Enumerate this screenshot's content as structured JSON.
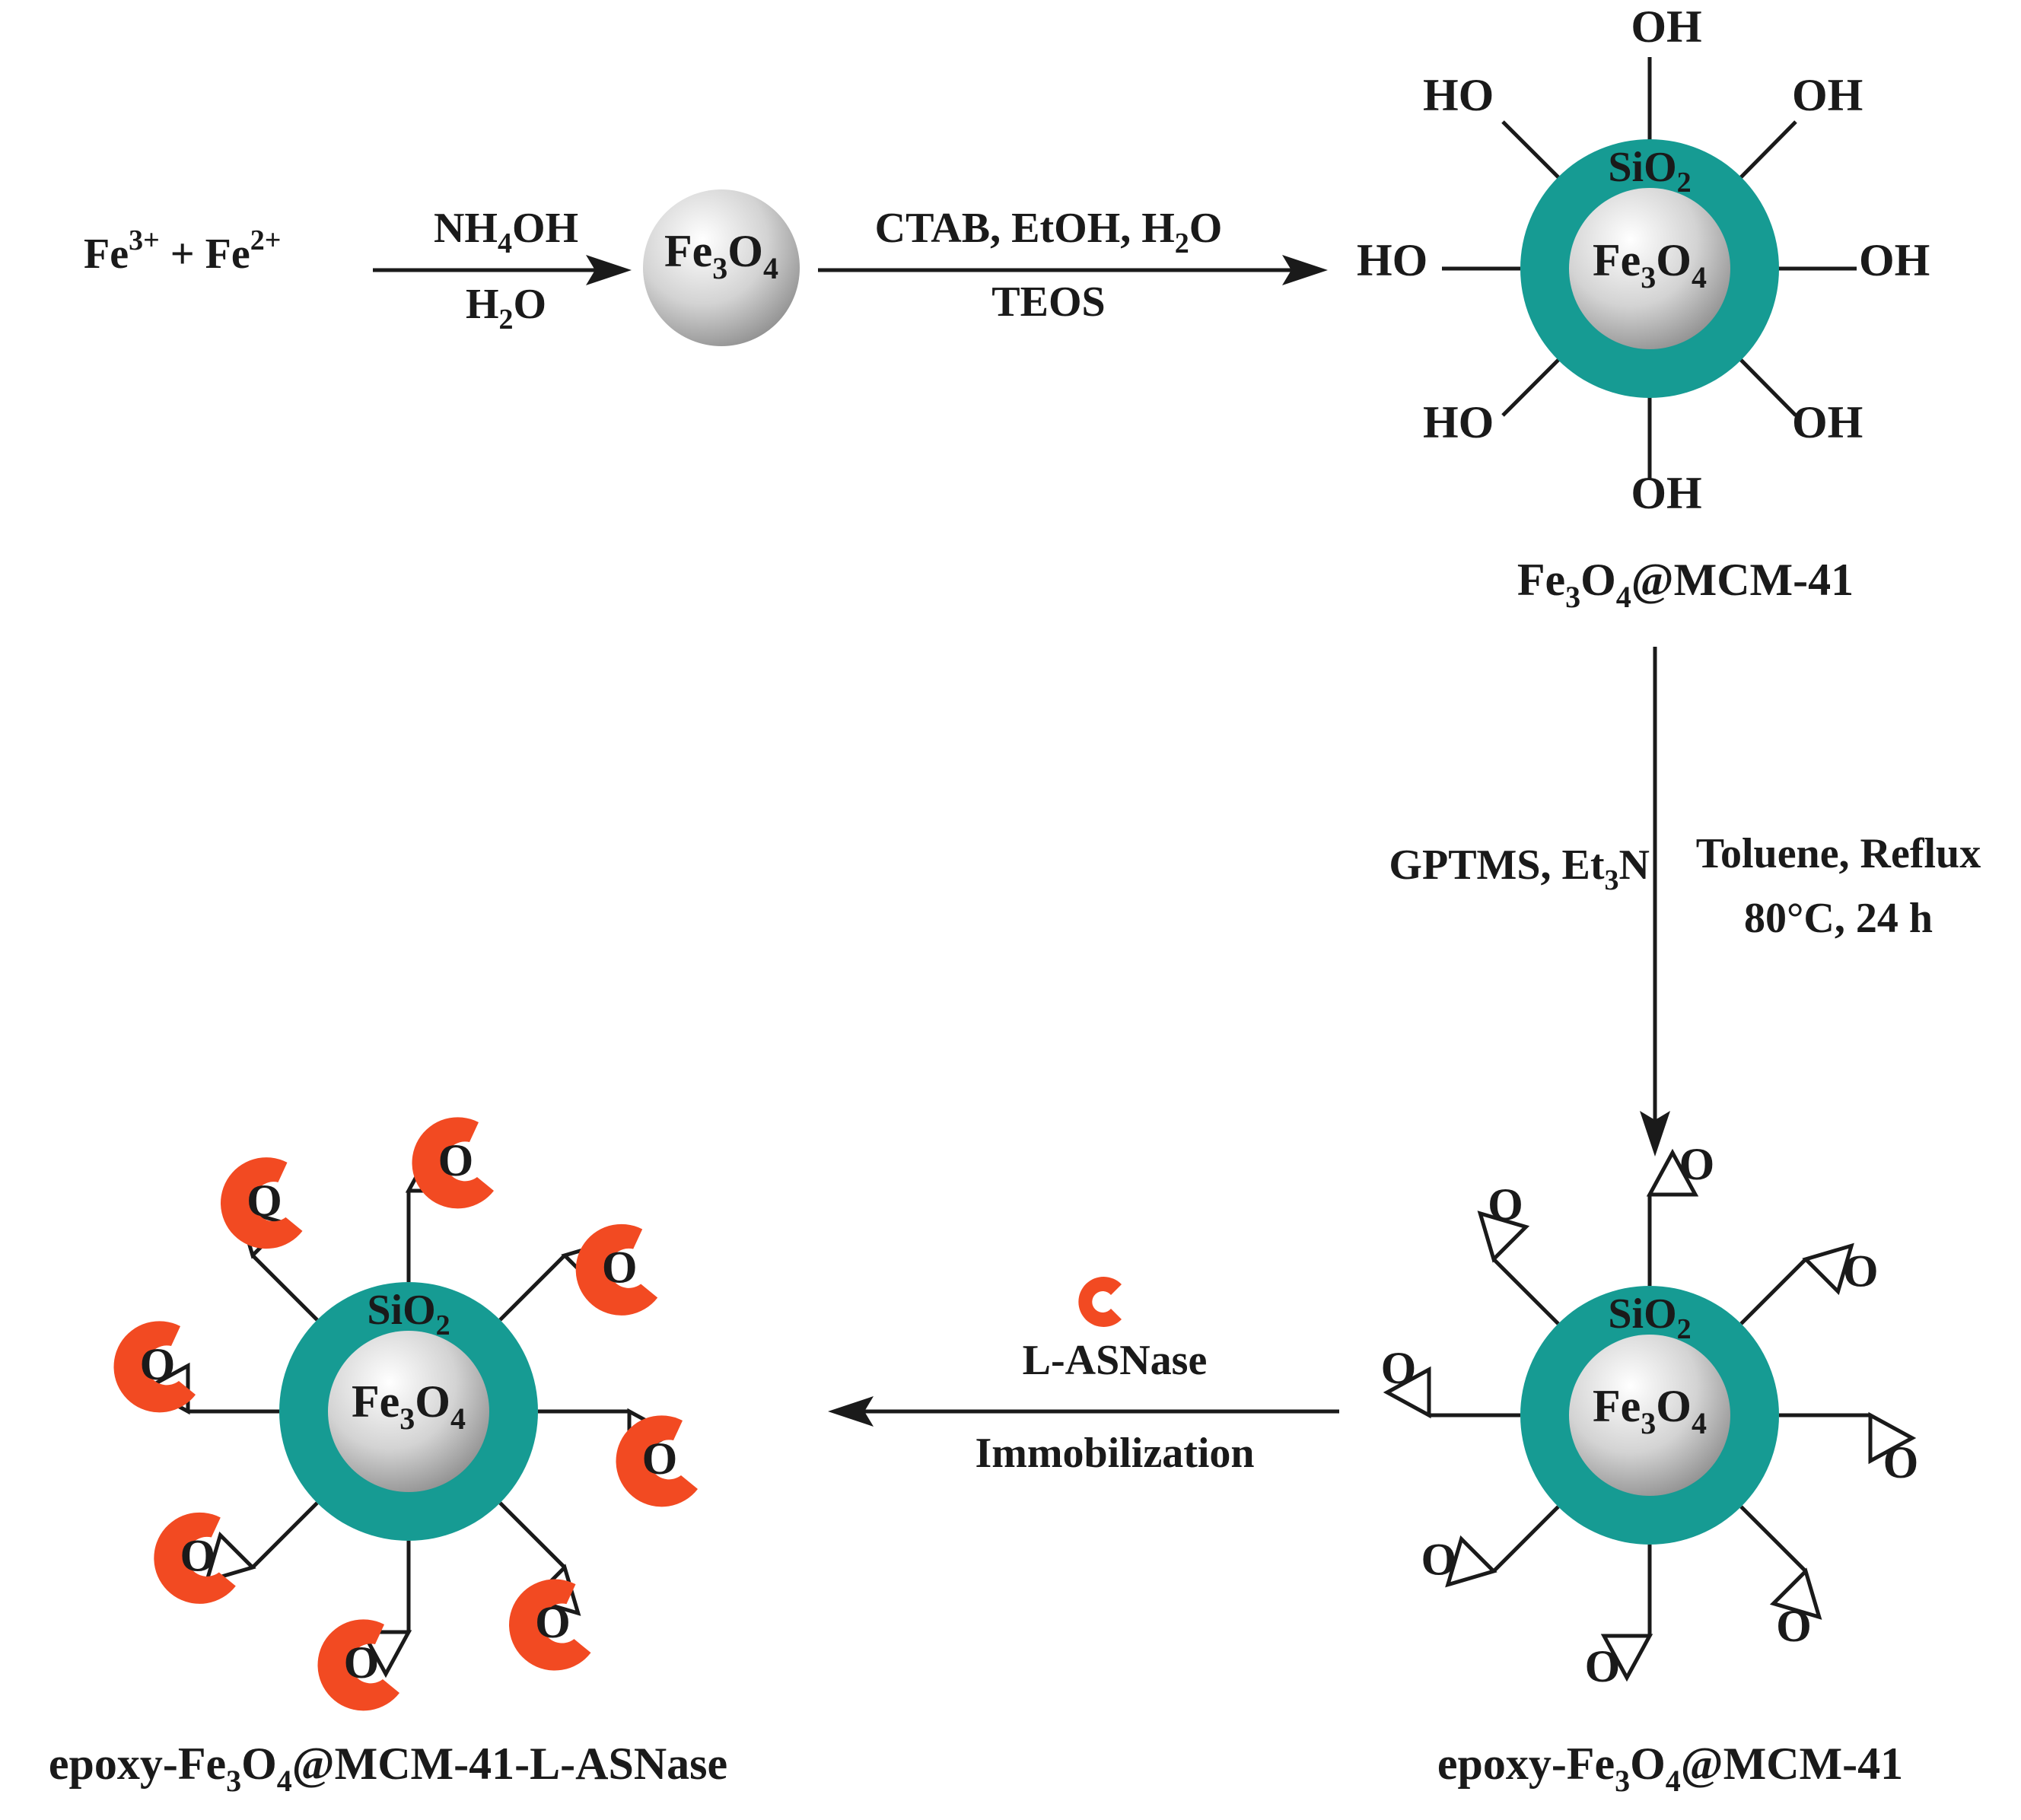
{
  "step1": {
    "reactants": {
      "fe3": "Fe",
      "fe3_sup": "3+",
      "plus": "+",
      "fe2": "Fe",
      "fe2_sup": "2+"
    },
    "reagent_top": {
      "a": "NH",
      "sub": "4",
      "b": "OH"
    },
    "reagent_bottom": {
      "a": "H",
      "sub": "2",
      "b": "O"
    }
  },
  "core_label": {
    "a": "Fe",
    "s1": "3",
    "b": "O",
    "s2": "4"
  },
  "shell_label": {
    "a": "SiO",
    "sub": "2"
  },
  "step2": {
    "reagent_top": {
      "a": "CTAB, EtOH, H",
      "sub": "2",
      "b": "O"
    },
    "reagent_bottom": "TEOS"
  },
  "hydroxyl_group": {
    "oh": "OH",
    "ho": "HO"
  },
  "product1_name": {
    "a": "Fe",
    "s1": "3",
    "b": "O",
    "s2": "4",
    "c": "@MCM-41"
  },
  "step3": {
    "left": {
      "a": "GPTMS, Et",
      "sub": "3",
      "b": "N"
    },
    "right_line1": "Toluene, Reflux",
    "right_line2": "80°C, 24 h"
  },
  "epoxide_oxygen": "O",
  "product2_name": {
    "pre": "epoxy-Fe",
    "s1": "3",
    "b": "O",
    "s2": "4",
    "c": "@MCM-41"
  },
  "step4": {
    "enzyme": "L-ASNase",
    "process": "Immobilization"
  },
  "product3_name": {
    "pre": "epoxy-Fe",
    "s1": "3",
    "b": "O",
    "s2": "4",
    "c": "@MCM-41-L-ASNase"
  },
  "colors": {
    "shell": "#169b93",
    "enzyme": "#f24a22",
    "core_light": "#ffffff",
    "core_dark": "#8c8c8c"
  },
  "icons": [
    "magnetite-core-sphere",
    "silica-shell-ring",
    "epoxide-ring",
    "enzyme-c-shape",
    "reaction-arrow"
  ]
}
